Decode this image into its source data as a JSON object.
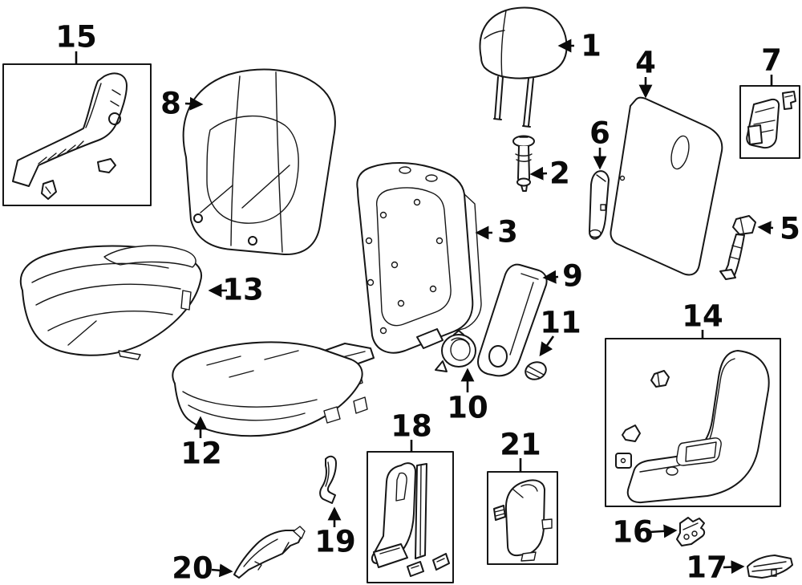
{
  "diagram": {
    "kind": "exploded-parts-diagram",
    "subject": "rear seat components",
    "background_color": "#ffffff",
    "line_color": "#161616",
    "callout_color": "#0a0a0a",
    "callout_count": 21,
    "boxed_kits": [
      "7",
      "14",
      "15",
      "18",
      "21"
    ]
  },
  "callouts": [
    {
      "number": "1",
      "part": "headrest"
    },
    {
      "number": "2",
      "part": "headrest-guide"
    },
    {
      "number": "3",
      "part": "seat-back-pad"
    },
    {
      "number": "4",
      "part": "seat-back-board"
    },
    {
      "number": "5",
      "part": "lock-bracket"
    },
    {
      "number": "6",
      "part": "trim-cap"
    },
    {
      "number": "7",
      "part": "latch-kit"
    },
    {
      "number": "8",
      "part": "seat-back-cover"
    },
    {
      "number": "9",
      "part": "armrest"
    },
    {
      "number": "10",
      "part": "bushing"
    },
    {
      "number": "11",
      "part": "cap"
    },
    {
      "number": "12",
      "part": "cushion-pad"
    },
    {
      "number": "13",
      "part": "cushion-cover"
    },
    {
      "number": "14",
      "part": "side-trim-panel-kit"
    },
    {
      "number": "15",
      "part": "recliner-cover-kit"
    },
    {
      "number": "16",
      "part": "bracket"
    },
    {
      "number": "17",
      "part": "end-cover"
    },
    {
      "number": "18",
      "part": "center-cover-kit"
    },
    {
      "number": "19",
      "part": "link-bracket"
    },
    {
      "number": "20",
      "part": "support-bracket"
    },
    {
      "number": "21",
      "part": "side-cover-kit"
    }
  ]
}
